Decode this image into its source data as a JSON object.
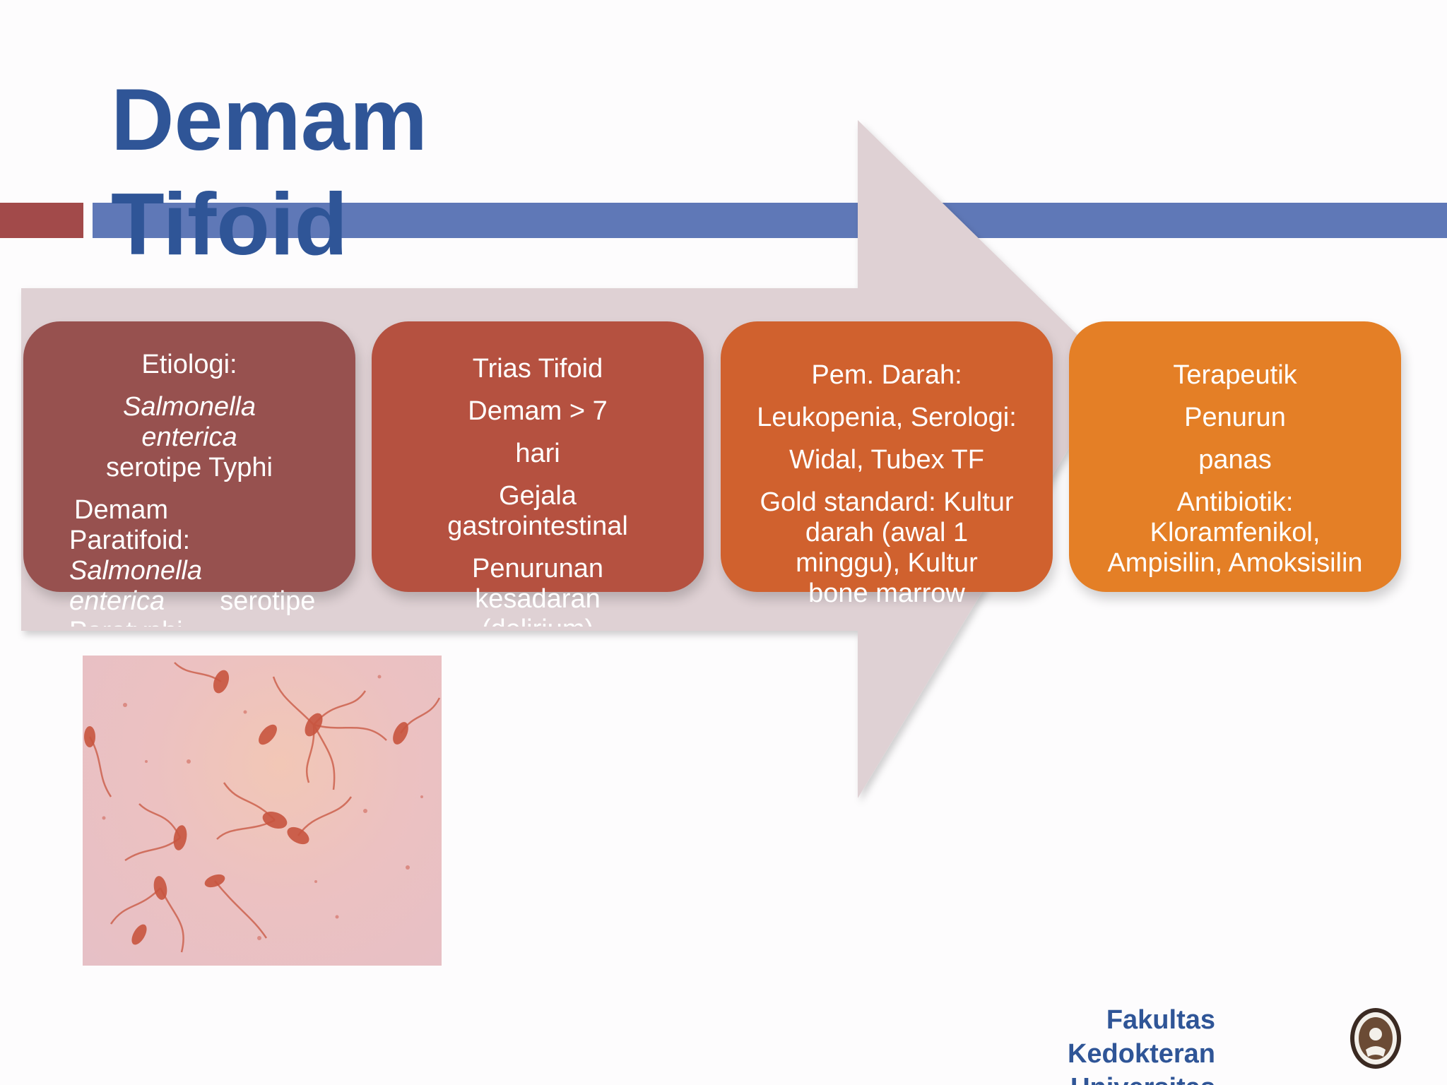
{
  "title": "Demam\nTifoid",
  "colors": {
    "accent_blue": "#5f78b7",
    "accent_red": "#a24a4a",
    "title_blue": "#2f5597",
    "arrow": "#dfd1d4",
    "box1": "#97514f",
    "box2": "#b55140",
    "box3": "#d0612e",
    "box4": "#e47f26"
  },
  "boxes": [
    {
      "heading": "Etiologi:",
      "line1": "Salmonella",
      "line2": "enterica",
      "line3": "serotipe Typhi",
      "line4": "Demam",
      "line5": "Paratifoid:",
      "line6": "Salmonella",
      "line7a": "enterica",
      "line7b": "serotipe",
      "line8": "Paratyphi"
    },
    {
      "heading": "Trias Tifoid",
      "line1": "Demam > 7",
      "line2": "hari",
      "line3": "Gejala",
      "line4": "gastrointestinal",
      "line5": "Penurunan",
      "line6": "kesadaran",
      "line7": "(delirium)"
    },
    {
      "heading": "Pem. Darah:",
      "line1": "Leukopenia,  Serologi:",
      "line2": "Widal, Tubex TF",
      "line3": "Gold standard: Kultur",
      "line4": "darah (awal 1",
      "line5": "minggu),  Kultur",
      "line6": "bone marrow"
    },
    {
      "heading": "Terapeutik",
      "line1": "Penurun",
      "line2": "panas",
      "line3": "Antibiotik:",
      "line4": "Kloramfenikol,",
      "line5": "Ampisilin,  Amoksisilin"
    }
  ],
  "footer": {
    "line1": "Fakultas",
    "line2": "Kedokteran",
    "line3": "Universitas"
  },
  "icons": {
    "microscope_image": "salmonella-micrograph",
    "seal": "university-seal-icon"
  }
}
